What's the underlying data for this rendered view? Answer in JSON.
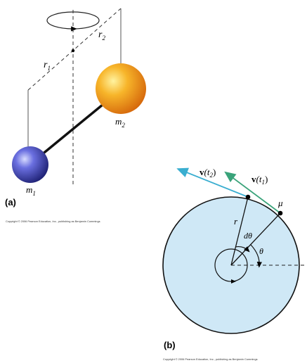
{
  "panel_a": {
    "label": "(a)",
    "r1_main": "r",
    "r1_sub": "1",
    "r2_main": "r",
    "r2_sub": "2",
    "m1_main": "m",
    "m1_sub": "1",
    "m2_main": "m",
    "m2_sub": "2",
    "copyright": "Copyright © 2006 Pearson Education, Inc., publishing as Benjamin Cummings"
  },
  "panel_b": {
    "label": "(b)",
    "v_t2_bold": "v",
    "v_t2_rest": "(t",
    "v_t2_sub": "2",
    "v_t2_close": ")",
    "v_t1_bold": "v",
    "v_t1_rest": "(t",
    "v_t1_sub": "1",
    "v_t1_close": ")",
    "mu": "μ",
    "r": "r",
    "dtheta": "dθ",
    "theta": "θ",
    "copyright": "Copyright © 2006 Pearson Education, Inc., publishing as Benjamin Cummings"
  },
  "colors": {
    "m1_ball": "#4b4fc0",
    "m2_ball": "#f2a11c",
    "orbit_disk": "#cfe8f6",
    "v_t1_arrow": "#3aa37a",
    "v_t2_arrow": "#3aaed0"
  }
}
